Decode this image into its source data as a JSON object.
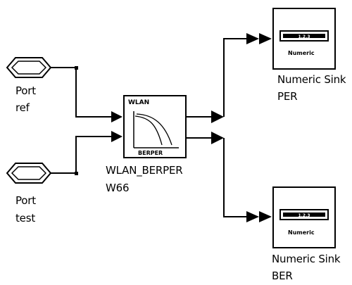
{
  "ports": {
    "ref": {
      "line1": "Port",
      "line2": "ref"
    },
    "test": {
      "line1": "Port",
      "line2": "test"
    }
  },
  "wlan_block": {
    "header": "WLAN",
    "footer": "BERPER",
    "name": "WLAN_BERPER",
    "instance": "W66"
  },
  "sink_per": {
    "display": "1.2.3",
    "type_label": "Numeric",
    "name": "Numeric Sink",
    "instance": "PER"
  },
  "sink_ber": {
    "display": "1.2.3",
    "type_label": "Numeric",
    "name": "Numeric Sink",
    "instance": "BER"
  }
}
